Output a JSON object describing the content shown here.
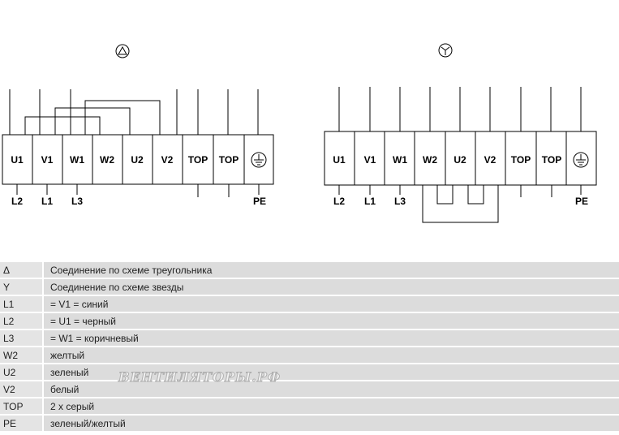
{
  "diagrams": [
    {
      "id": "delta",
      "symbol": "triangle-circle-icon",
      "terminals": [
        "U1",
        "V1",
        "W1",
        "W2",
        "U2",
        "V2",
        "TOP",
        "TOP",
        "ground-icon"
      ],
      "leads": [
        "L2",
        "L1",
        "L3",
        "PE"
      ]
    },
    {
      "id": "star",
      "symbol": "star-circle-icon",
      "terminals": [
        "U1",
        "V1",
        "W1",
        "W2",
        "U2",
        "V2",
        "TOP",
        "TOP",
        "ground-icon"
      ],
      "leads": [
        "L2",
        "L1",
        "L3",
        "PE"
      ]
    }
  ],
  "legend": [
    {
      "code": "Δ",
      "desc": "Соединение по схеме треугольника"
    },
    {
      "code": "Y",
      "desc": "Соединение по схеме звезды"
    },
    {
      "code": "L1",
      "desc": "= V1 = синий"
    },
    {
      "code": "L2",
      "desc": "= U1 = черный"
    },
    {
      "code": "L3",
      "desc": "= W1 = коричневый"
    },
    {
      "code": "W2",
      "desc": "желтый"
    },
    {
      "code": "U2",
      "desc": "зеленый"
    },
    {
      "code": "V2",
      "desc": "белый"
    },
    {
      "code": "TOP",
      "desc": "2 x серый"
    },
    {
      "code": "PE",
      "desc": "зеленый/желтый"
    }
  ],
  "watermark": "ВЕНТИЛЯТОРЫ.РФ"
}
